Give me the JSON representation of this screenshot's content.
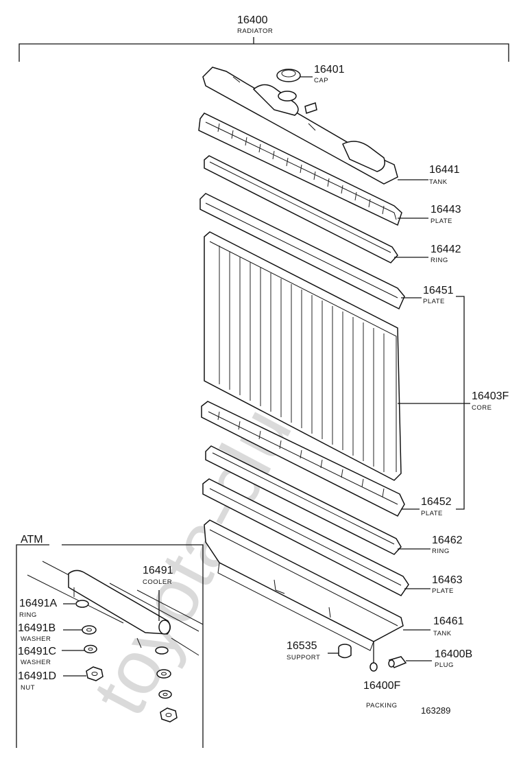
{
  "watermark": "toyota-club.ru",
  "diagram_ref": "163289",
  "inset_label": "ATM",
  "callouts": [
    {
      "key": "radiator",
      "number": "16400",
      "name": "RADIATOR"
    },
    {
      "key": "cap",
      "number": "16401",
      "name": "CAP"
    },
    {
      "key": "upper_tank",
      "number": "16441",
      "name": "TANK"
    },
    {
      "key": "upper_plate",
      "number": "16443",
      "name": "PLATE"
    },
    {
      "key": "upper_ring",
      "number": "16442",
      "name": "RING"
    },
    {
      "key": "core_upper_plate",
      "number": "16451",
      "name": "PLATE"
    },
    {
      "key": "core",
      "number": "16403F",
      "name": "CORE"
    },
    {
      "key": "core_lower_plate",
      "number": "16452",
      "name": "PLATE"
    },
    {
      "key": "lower_ring",
      "number": "16462",
      "name": "RING"
    },
    {
      "key": "lower_plate",
      "number": "16463",
      "name": "PLATE"
    },
    {
      "key": "lower_tank",
      "number": "16461",
      "name": "TANK"
    },
    {
      "key": "support",
      "number": "16535",
      "name": "SUPPORT"
    },
    {
      "key": "plug",
      "number": "16400B",
      "name": "PLUG"
    },
    {
      "key": "packing",
      "number": "16400F",
      "name": "PACKING"
    },
    {
      "key": "cooler",
      "number": "16491",
      "name": "COOLER"
    },
    {
      "key": "cooler_ring",
      "number": "16491A",
      "name": "RING"
    },
    {
      "key": "cooler_washer1",
      "number": "16491B",
      "name": "WASHER"
    },
    {
      "key": "cooler_washer2",
      "number": "16491C",
      "name": "WASHER"
    },
    {
      "key": "cooler_nut",
      "number": "16491D",
      "name": "NUT"
    }
  ]
}
